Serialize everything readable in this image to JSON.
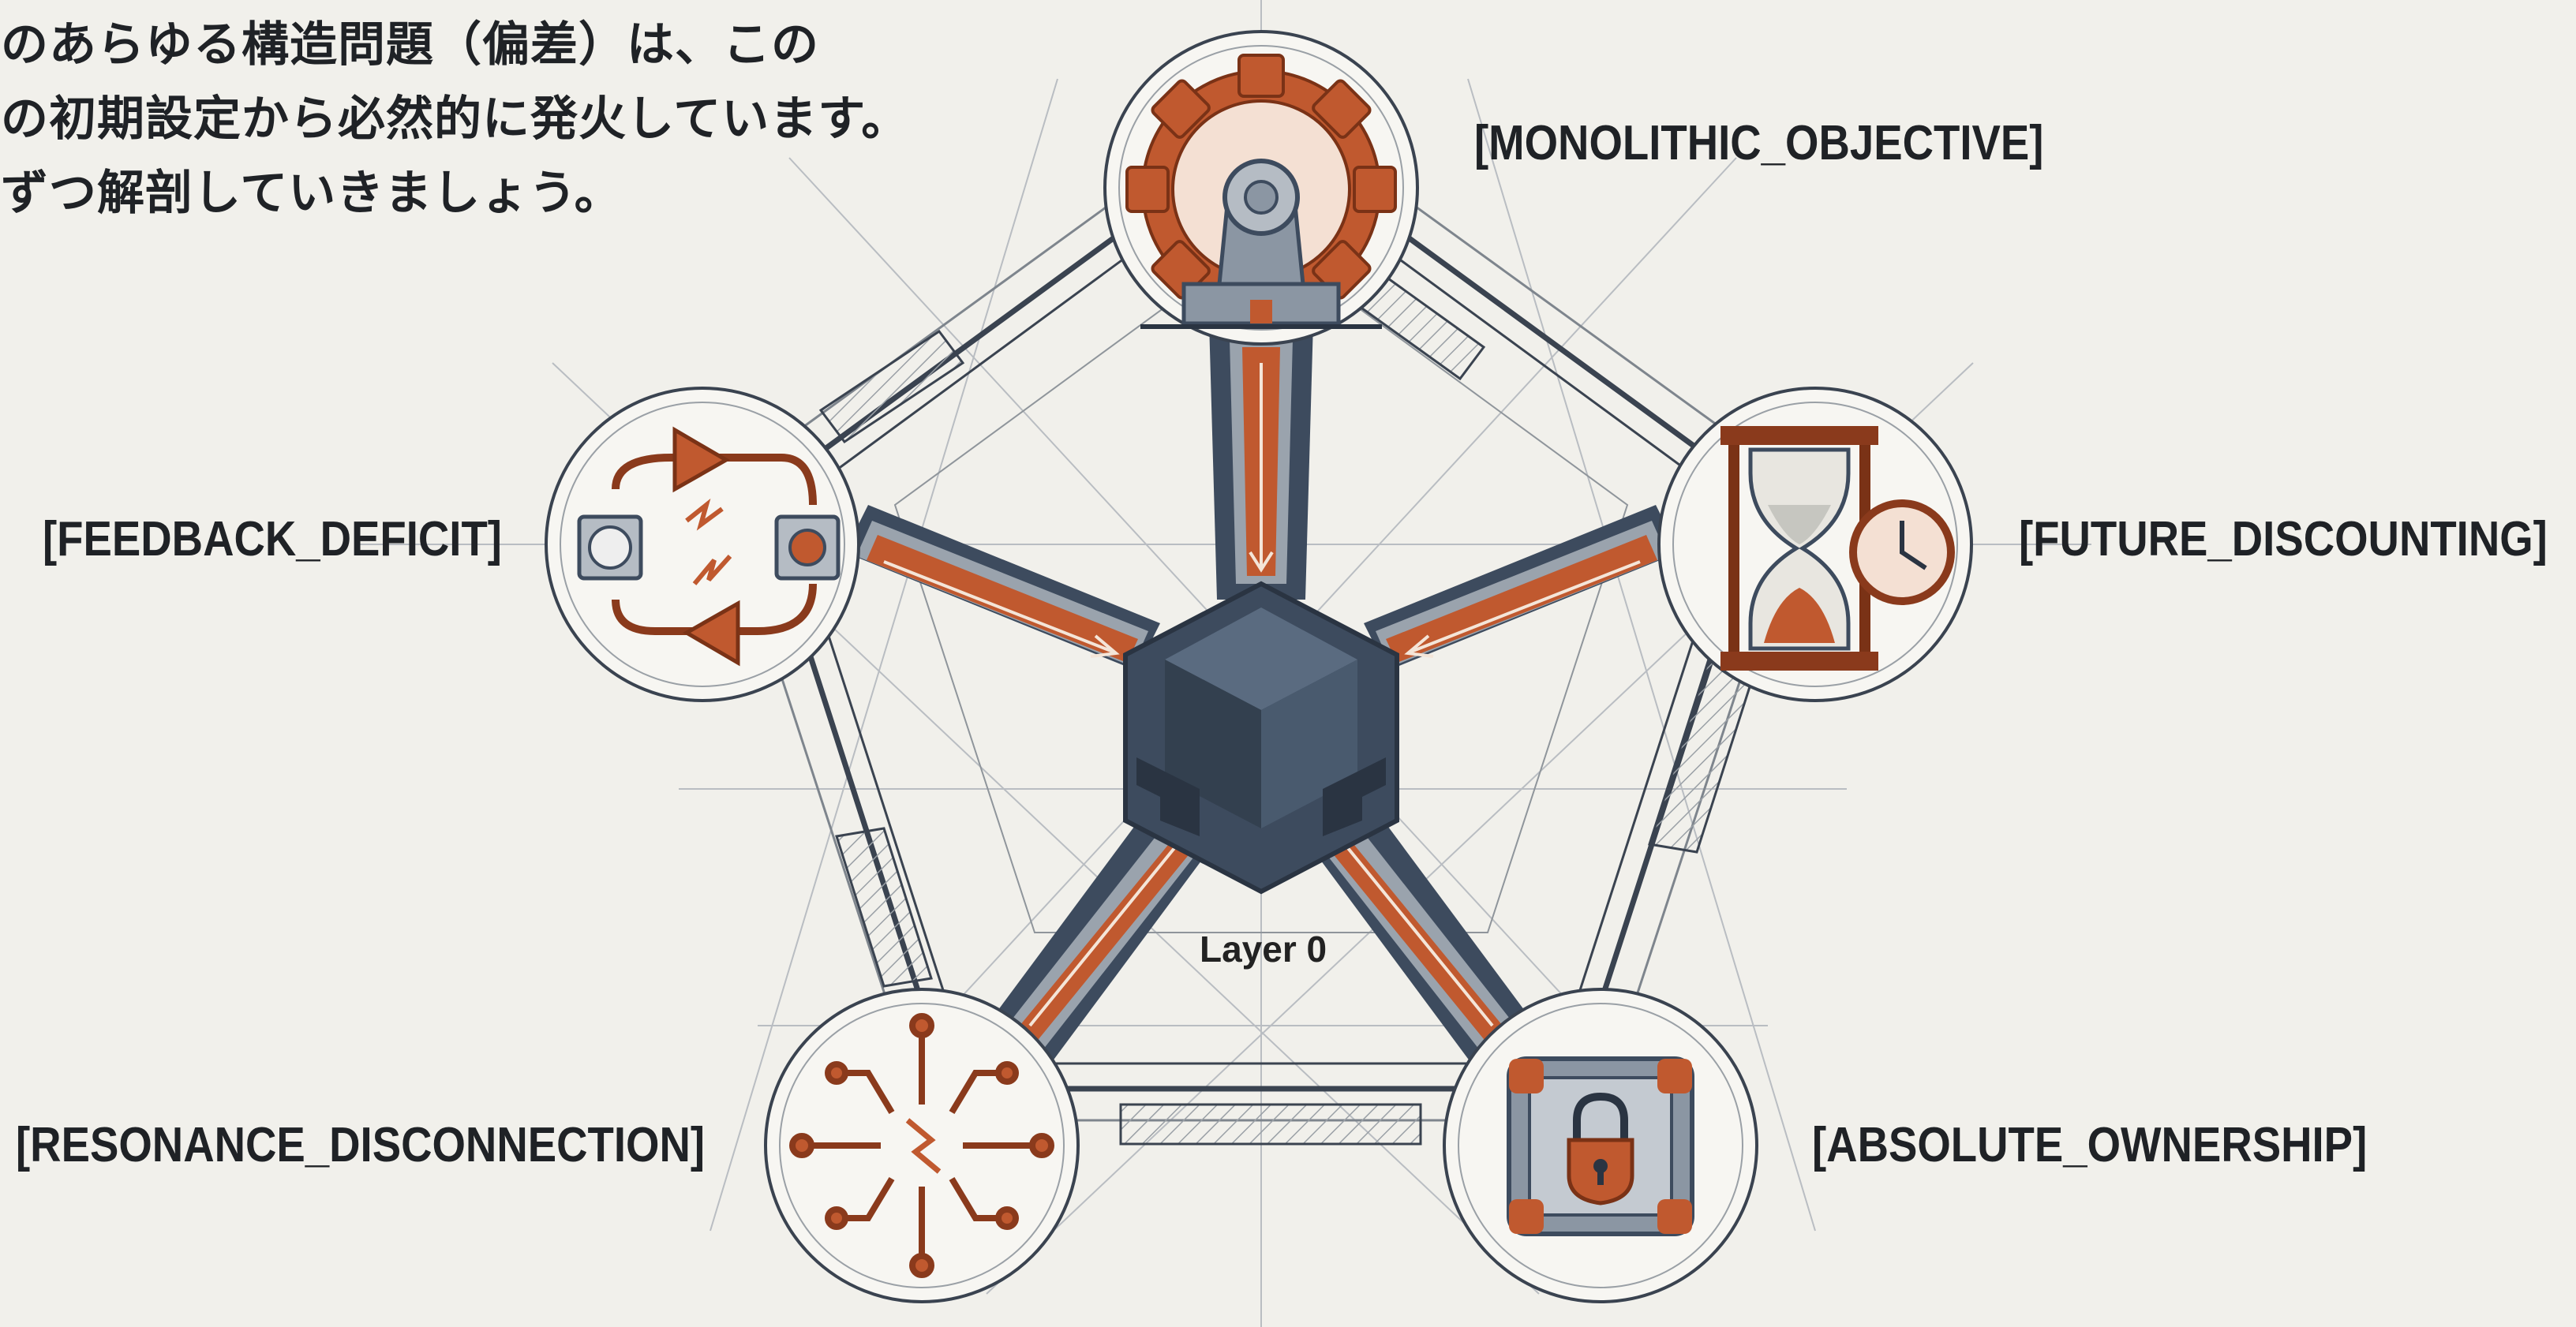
{
  "intro": {
    "lines": [
      "代のあらゆる構造問題（偏差）は、この",
      "つの初期設定から必然的に発火しています。",
      "つずつ解剖していきましょう。"
    ]
  },
  "center": {
    "label": "Layer 0"
  },
  "nodes": [
    {
      "id": "top",
      "label": "[MONOLITHIC_OBJECTIVE]",
      "icon": "gear-icon"
    },
    {
      "id": "left",
      "label": "[FEEDBACK_DEFICIT]",
      "icon": "feedback-loop-icon"
    },
    {
      "id": "right",
      "label": "[FUTURE_DISCOUNTING]",
      "icon": "hourglass-clock-icon"
    },
    {
      "id": "bottom-left",
      "label": "[RESONANCE_DISCONNECTION]",
      "icon": "circuit-burst-icon"
    },
    {
      "id": "bottom-right",
      "label": "[ABSOLUTE_OWNERSHIP]",
      "icon": "padlock-safe-icon"
    }
  ],
  "colors": {
    "background": "#f1f0eb",
    "accent": "#c0592f",
    "accent_dark": "#8a3a1c",
    "steel": "#3d4b5e",
    "line": "#3a4350"
  }
}
